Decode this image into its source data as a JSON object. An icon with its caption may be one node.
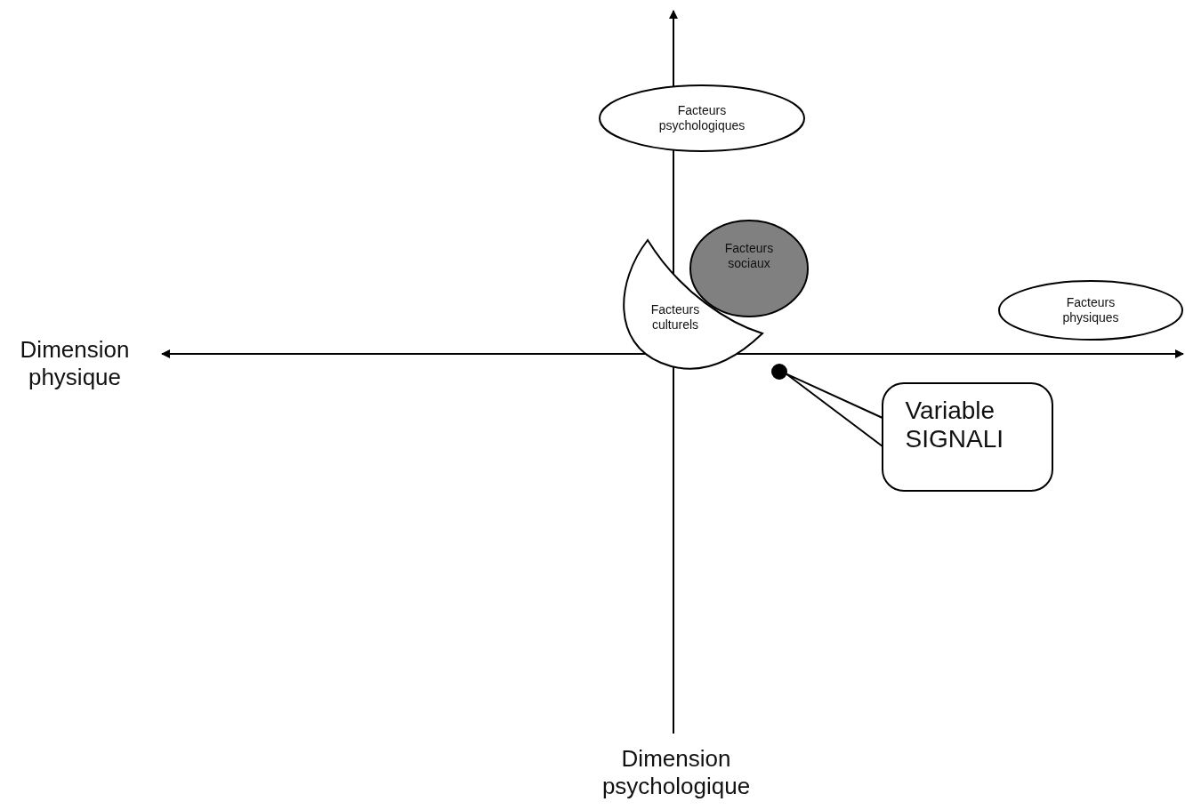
{
  "diagram": {
    "nodes": [
      {
        "text": [
          "Facteurs psychologiques"
        ]
      },
      {
        "text": [
          "Facteurs culturels"
        ]
      },
      {
        "text": [
          "Facteurs sociaux"
        ]
      },
      {
        "text": [
          "Facteurs physiques"
        ]
      },
      {
        "text": [],
        "shape": "circle"
      },
      {
        "text": [
          "Variable SIGNALI"
        ]
      }
    ],
    "edges": [
      {
        "from": 5,
        "to": 4,
        "arrow": "none"
      }
    ],
    "labels": [
      "Dimension physique",
      "Dimension psychologique"
    ]
  }
}
